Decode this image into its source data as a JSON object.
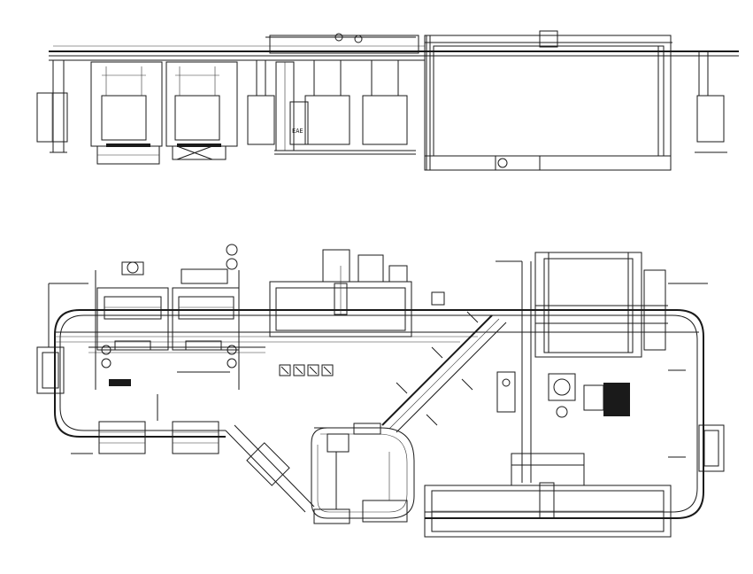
{
  "drawing": {
    "stroke_color": "#1a1a1a",
    "background_color": "#ffffff",
    "views": [
      {
        "id": "elevation-view",
        "inline_labels": [
          "EAE"
        ]
      },
      {
        "id": "plan-view",
        "inline_labels": []
      }
    ]
  }
}
